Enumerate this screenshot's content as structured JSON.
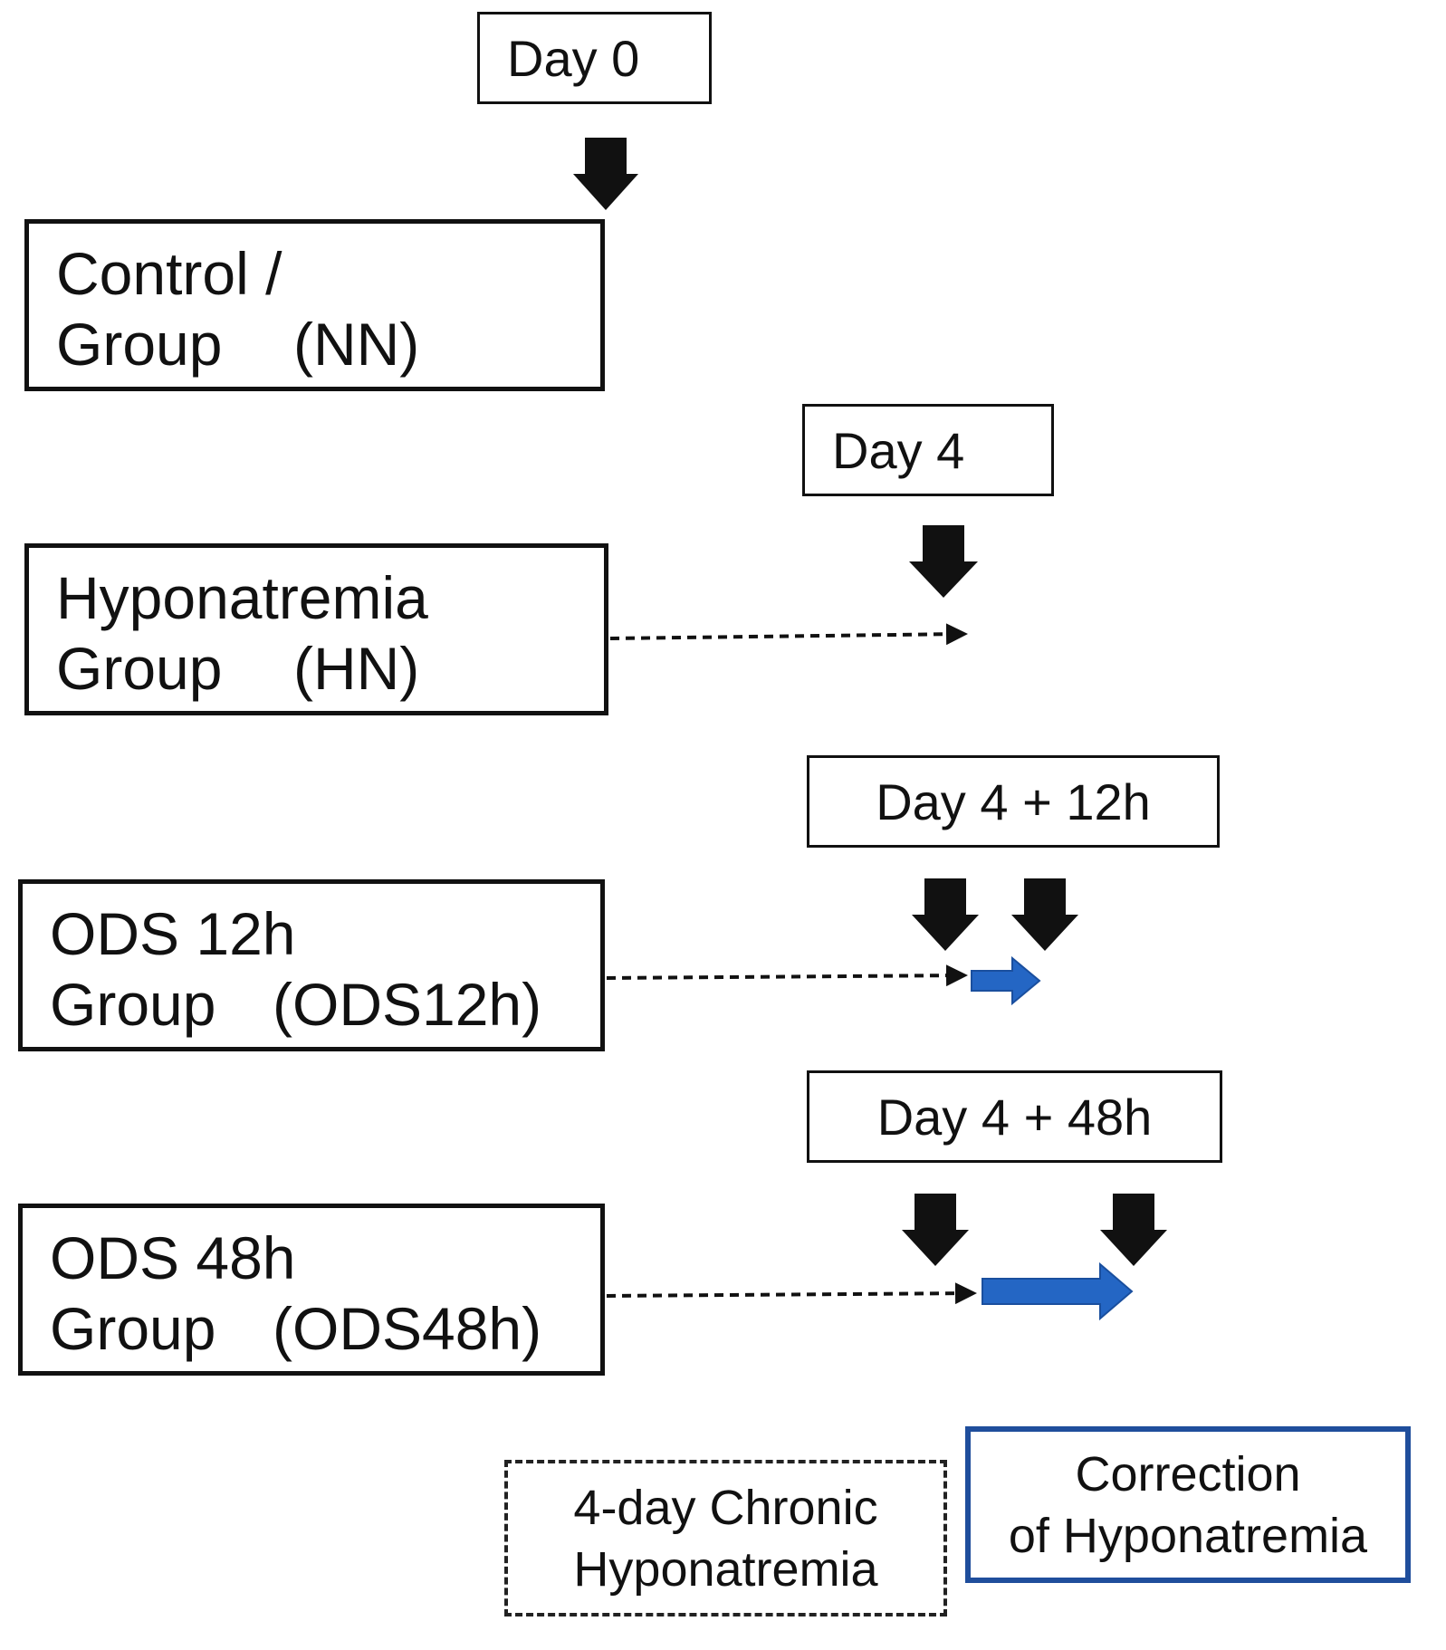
{
  "timepoints": {
    "day0": "Day 0",
    "day4": "Day 4",
    "day4_12h": "Day 4 + 12h",
    "day4_48h": "Day 4 + 48h"
  },
  "groups": {
    "nn": {
      "line1": "Control /",
      "line2_word": "Group",
      "line2_abbr": "(NN)"
    },
    "hn": {
      "line1": "Hyponatremia",
      "line2_word": "Group",
      "line2_abbr": "(HN)"
    },
    "ods12": {
      "line1": "ODS 12h",
      "line2_word": "Group",
      "line2_abbr": "(ODS12h)"
    },
    "ods48": {
      "line1": "ODS 48h",
      "line2_word": "Group",
      "line2_abbr": "(ODS48h)"
    }
  },
  "legend": {
    "chronic": {
      "line1": "4-day Chronic",
      "line2": "Hyponatremia"
    },
    "correction": {
      "line1": "Correction",
      "line2": "of Hyponatremia"
    }
  },
  "colors": {
    "arrow_black": "#111111",
    "correction_blue": "#2466c4",
    "legend_blue_border": "#1f4e9c"
  }
}
